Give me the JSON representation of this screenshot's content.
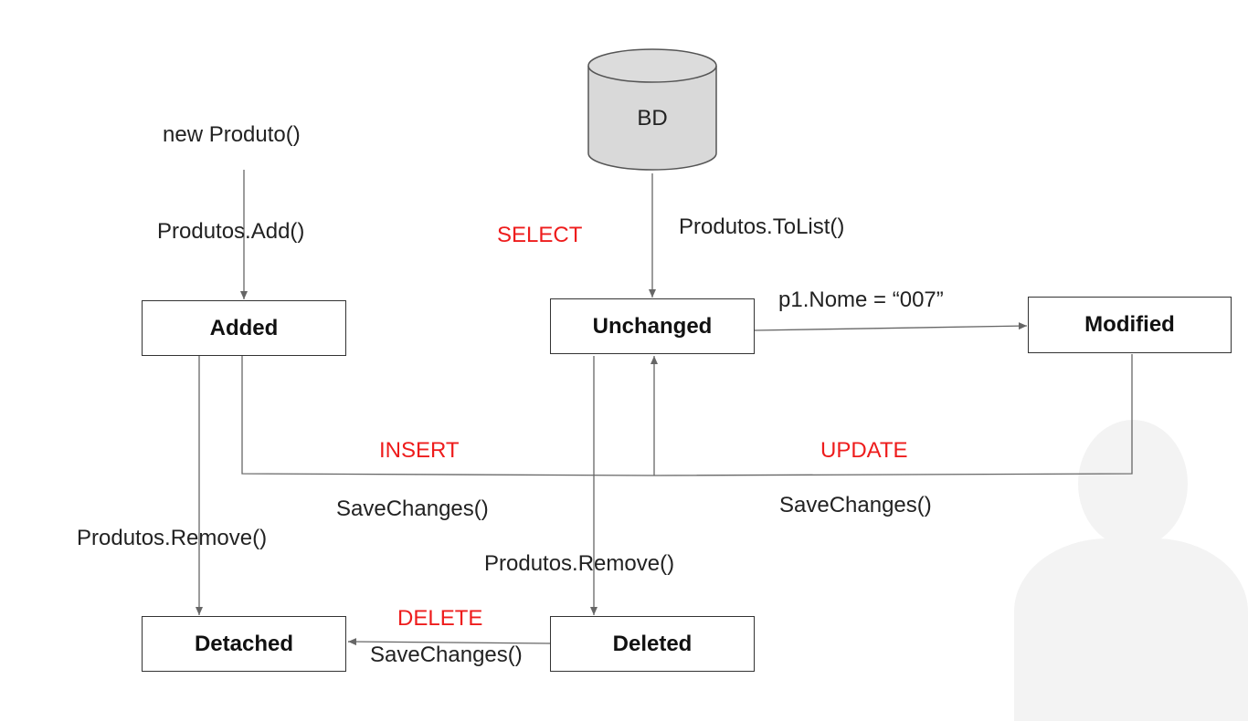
{
  "states": {
    "added": "Added",
    "unchanged": "Unchanged",
    "modified": "Modified",
    "detached": "Detached",
    "deleted": "Deleted"
  },
  "database": {
    "label": "BD"
  },
  "labels": {
    "new_produto": "new Produto()",
    "produtos_add": "Produtos.Add()",
    "select": "SELECT",
    "produtos_tolist": "Produtos.ToList()",
    "p1_nome": "p1.Nome = “007”",
    "insert": "INSERT",
    "update": "UPDATE",
    "savechanges_insert": "SaveChanges()",
    "savechanges_update": "SaveChanges()",
    "produtos_remove_left": "Produtos.Remove()",
    "produtos_remove_center": "Produtos.Remove()",
    "delete": "DELETE",
    "savechanges_delete": "SaveChanges()"
  },
  "colors": {
    "sql_keyword": "#ee1c1c",
    "line": "#666666",
    "cylinder_fill": "#d9d9d9",
    "box_border": "#333333"
  }
}
